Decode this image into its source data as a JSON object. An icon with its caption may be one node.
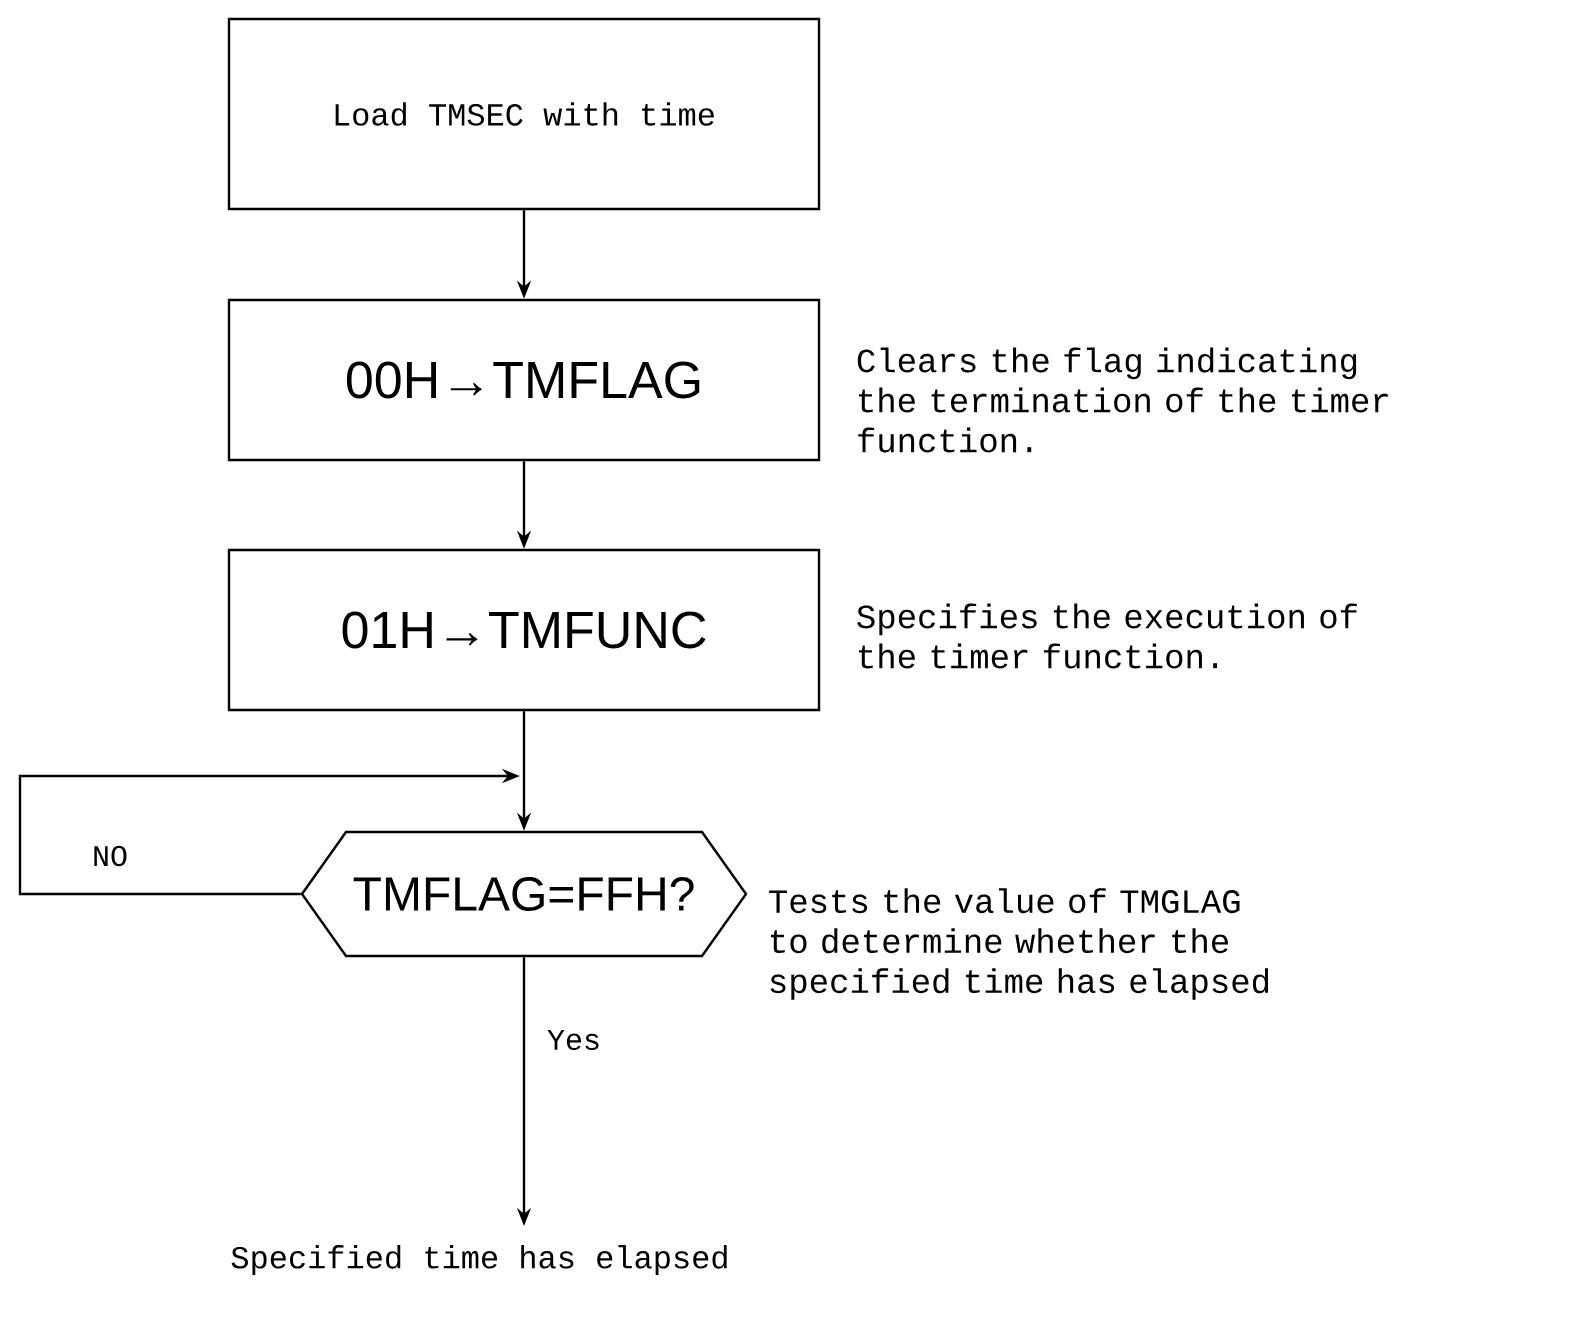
{
  "diagram": {
    "nodes": [
      {
        "text": [
          "Load TMSEC with time"
        ]
      },
      {
        "text": [
          "00H→TMFLAG"
        ],
        "beside": [
          "Clears the flag indicating the termination of the timer function."
        ]
      },
      {
        "text": [
          "01H→TMFUNC"
        ],
        "beside": [
          "Specifies the execution of the timer function."
        ]
      },
      {
        "text": [
          "TMFLAG=FFH?"
        ],
        "beside": [
          "Tests the value of TMGLAG to determine whether the specified time has elapsed"
        ]
      },
      {
        "text": [
          "Specified time has elapsed"
        ]
      }
    ],
    "edges": [
      {
        "from": 0,
        "to": 1,
        "arrow": "to"
      },
      {
        "from": 1,
        "to": 2,
        "arrow": "to"
      },
      {
        "from": 2,
        "to": 3,
        "arrow": "to"
      },
      {
        "from": 3,
        "to": 3,
        "arrow": "to",
        "label": "NO"
      },
      {
        "from": 3,
        "to": 4,
        "arrow": "to",
        "label": "Yes"
      }
    ]
  }
}
